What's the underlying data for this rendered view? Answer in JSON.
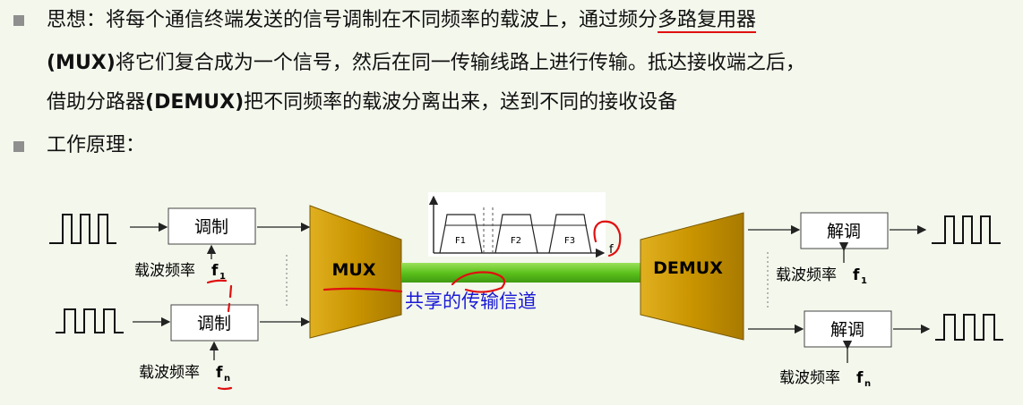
{
  "slide": {
    "para1_a": "思想：将每个通信终端发送的信号调制在不同频率的载波上，通过频分",
    "para1_b": "多路复用器",
    "para2_a": "(MUX)",
    "para2_b": "将它们复合成为一个信号，然后在同一传输线路上进行传输。抵达接收端之后，",
    "para3_a": "借助分路器",
    "para3_b": "(DEMUX)",
    "para3_c": "把不同频率的载波分离出来，送到不同的接收设备",
    "principle": "工作原理："
  },
  "diagram": {
    "modulate": "调制",
    "demodulate": "解调",
    "carrier_f1": "载波频率",
    "carrier_fn": "载波频率",
    "f1": "f",
    "f1_sub": "1",
    "fn": "f",
    "fn_sub": "n",
    "mux": "MUX",
    "demux": "DEMUX",
    "channel_label": "共享的传输信道",
    "spectrum": {
      "bands": [
        "F1",
        "F2",
        "F3"
      ],
      "axis": "f"
    }
  },
  "colors": {
    "background": "#f3f7ec",
    "trapezoid": "#c9960c",
    "channel": "#6fcf2c",
    "annotation": "#e01010",
    "channel_label": "#1a1ad6"
  }
}
